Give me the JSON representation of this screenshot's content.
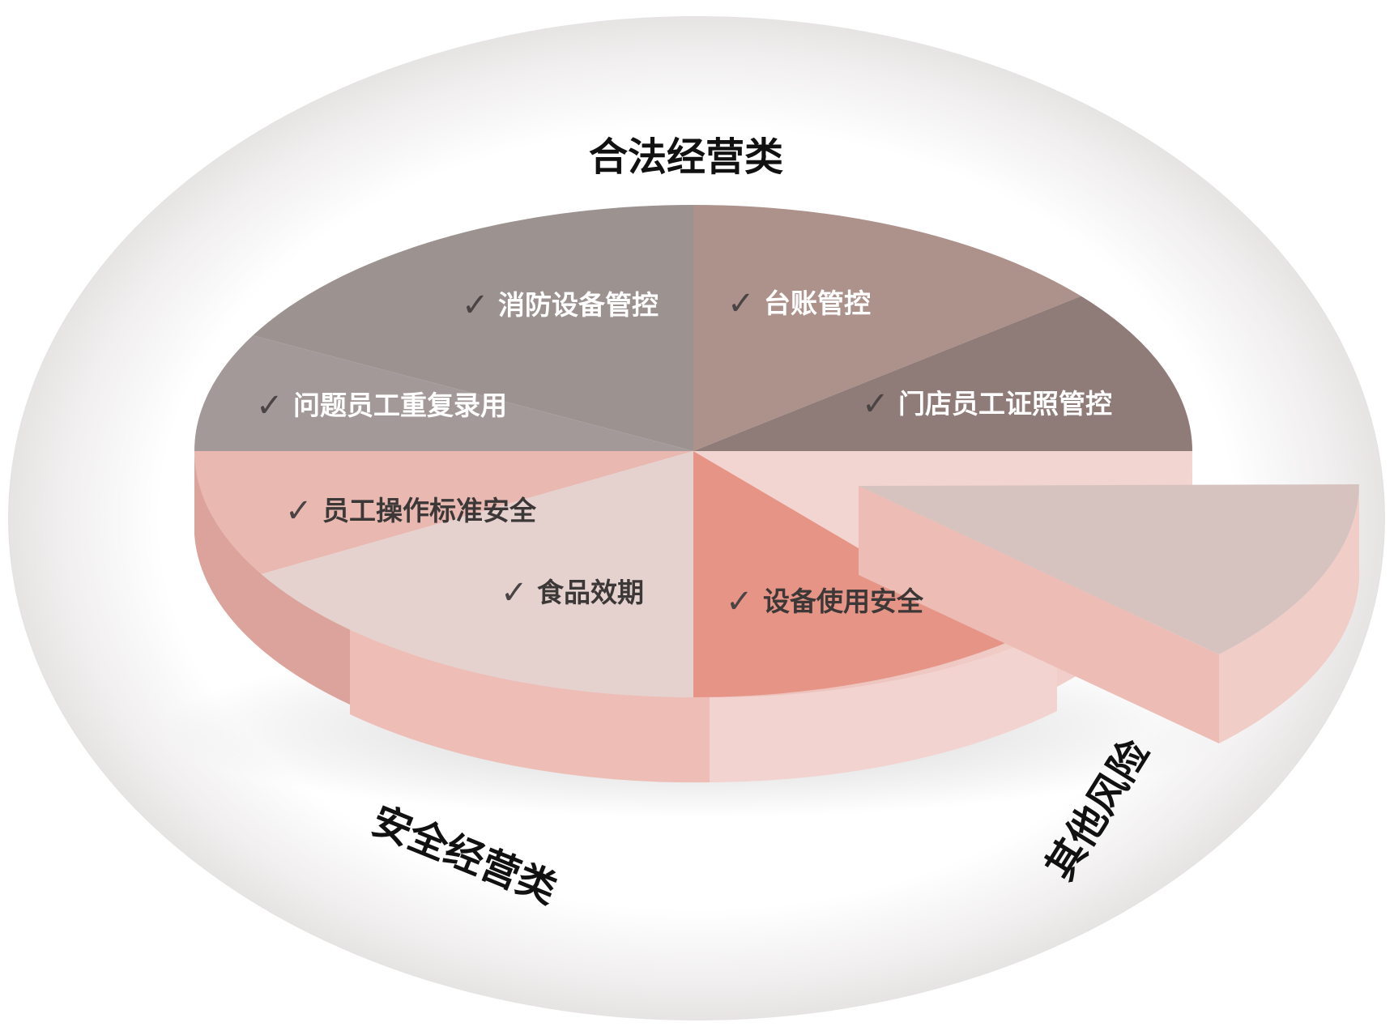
{
  "diagram": {
    "groups": [
      {
        "id": "legal",
        "label": "合法经营类"
      },
      {
        "id": "safety",
        "label": "安全经营类"
      },
      {
        "id": "risk",
        "label": "其他风险"
      }
    ],
    "slices": [
      {
        "id": "fire",
        "label": "消防设备管控",
        "group": "legal",
        "top_color": "#9c9290"
      },
      {
        "id": "ledger",
        "label": "台账管控",
        "group": "legal",
        "top_color": "#ad928c"
      },
      {
        "id": "license",
        "label": "门店员工证照管控",
        "group": "legal",
        "top_color": "#8f7b78"
      },
      {
        "id": "rehire",
        "label": "问题员工重复录用",
        "group": "legal",
        "top_color": "#a39998"
      },
      {
        "id": "op",
        "label": "员工操作标准安全",
        "group": "safety",
        "top_color": "#e8b8b1"
      },
      {
        "id": "food",
        "label": "食品效期",
        "group": "safety",
        "top_color": "#e5d2cf"
      },
      {
        "id": "equip",
        "label": "设备使用安全",
        "group": "safety",
        "top_color": "#e69486"
      },
      {
        "id": "other",
        "label": "",
        "group": "risk",
        "top_color": "#d6c3c0"
      }
    ],
    "check_mark": "✓"
  }
}
